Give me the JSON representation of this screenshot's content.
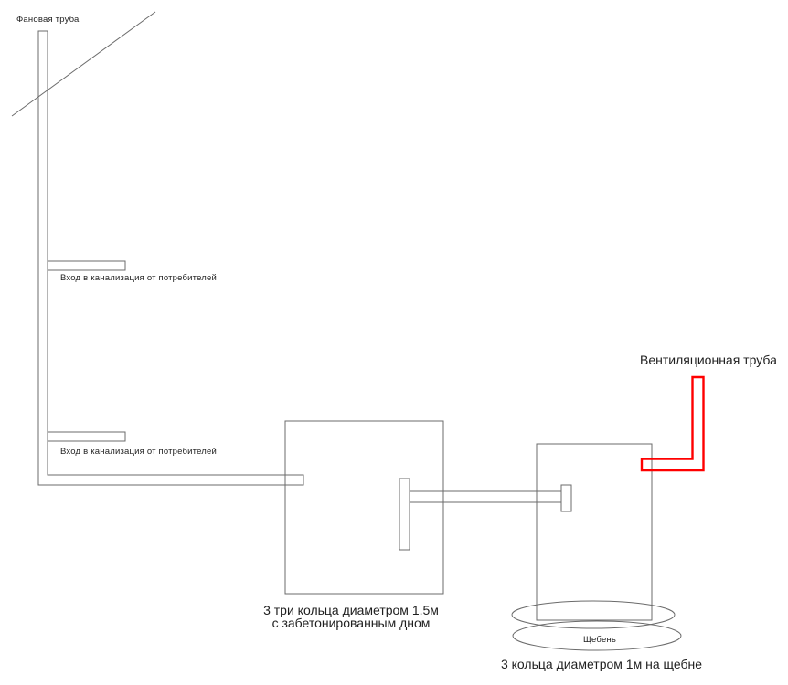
{
  "colors": {
    "line": "#6b6b6b",
    "vent": "#ff0000",
    "text": "#1f1f1f",
    "bg": "#ffffff"
  },
  "labels": {
    "fan_pipe": "Фановая труба",
    "inlet_top": "Вход в канализация от потребителей",
    "inlet_bottom": "Вход в канализация от потребителей",
    "vent_pipe": "Вентиляционная труба",
    "tank1_caption_line1": "3 три кольца диаметром 1.5м",
    "tank1_caption_line2": "с забетонированным дном",
    "gravel": "Щебень",
    "tank2_caption": "3 кольца диаметром 1м на щебне"
  }
}
